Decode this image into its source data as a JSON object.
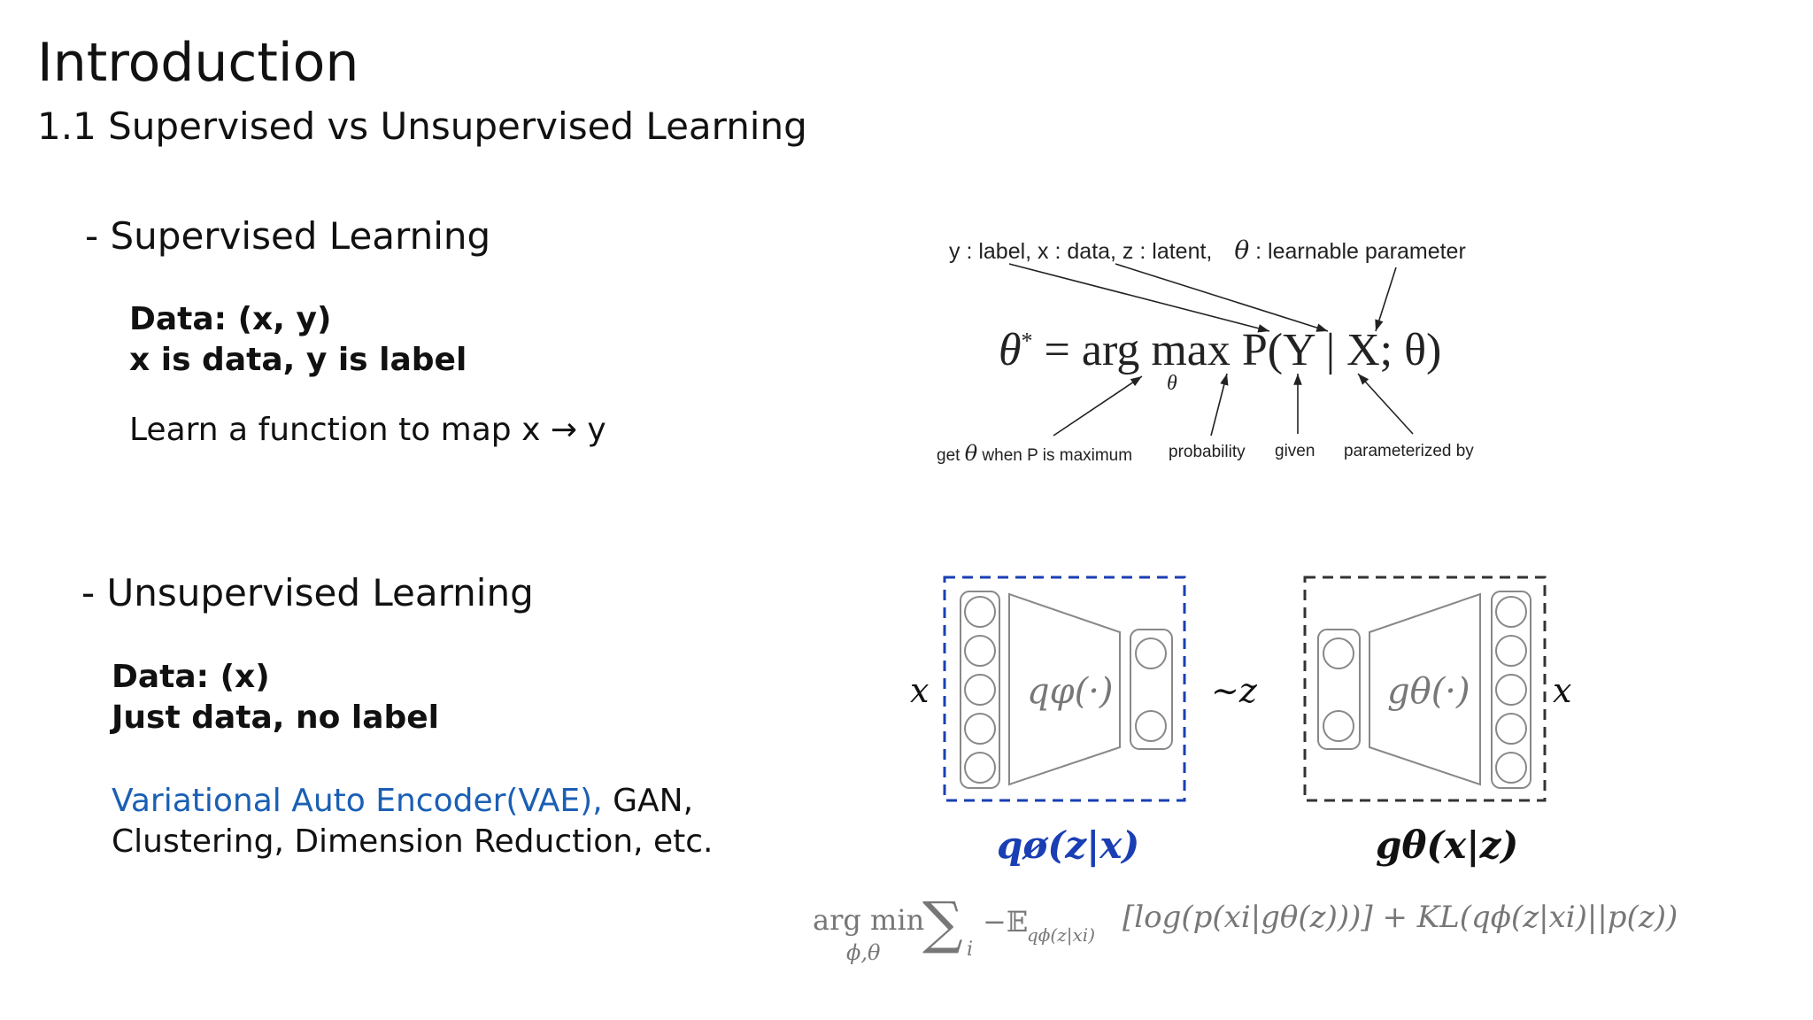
{
  "slide": {
    "title": "Introduction",
    "subtitle": "1.1 Supervised vs Unsupervised Learning"
  },
  "supervised": {
    "bullet": "- Supervised Learning",
    "data_line": "Data: (x, y)",
    "desc_line": "x is data, y is label",
    "learn_line": "Learn a function to map x → y"
  },
  "unsupervised": {
    "bullet": "- Unsupervised Learning",
    "data_line": "Data: (x)",
    "desc_line": "Just data, no label",
    "examples_blue": "Variational Auto Encoder(VAE),",
    "examples_rest1": " GAN,",
    "examples_line2": "Clustering, Dimension Reduction, etc."
  },
  "mle_figure": {
    "top_labels": "y : label,  x : data,  z : latent,",
    "theta_symbol": "θ",
    "top_labels_end": " : learnable parameter",
    "equation_lhs": "θ",
    "equation_star": "*",
    "equation_rhs": " = arg max P(Y | X; θ)",
    "argmax_sub": "θ",
    "bottom_get": "get",
    "bottom_theta": "θ",
    "bottom_when": " when P is maximum",
    "bottom_probability": "probability",
    "bottom_given": "given",
    "bottom_param": "parameterized by"
  },
  "vae_figure": {
    "encoder_label": "qφ(·)",
    "decoder_label": "gθ(·)",
    "x_in": "x",
    "z_mid": "~z",
    "x_out": "x",
    "encoder_caption": "qø(z|x)",
    "decoder_caption": "gθ(x|z)",
    "encoder_color": "#1a3fb4",
    "decoder_color": "#111111"
  },
  "loss": {
    "argmin": "arg min",
    "argmin_sub": "ϕ,θ",
    "sum": "∑",
    "sum_sub": "i",
    "expectation": "−𝔼",
    "expectation_sub": "qϕ(z|xi)",
    "body": "[log(p(xi|gθ(z)))] + KL(qϕ(z|xi)||p(z))"
  }
}
